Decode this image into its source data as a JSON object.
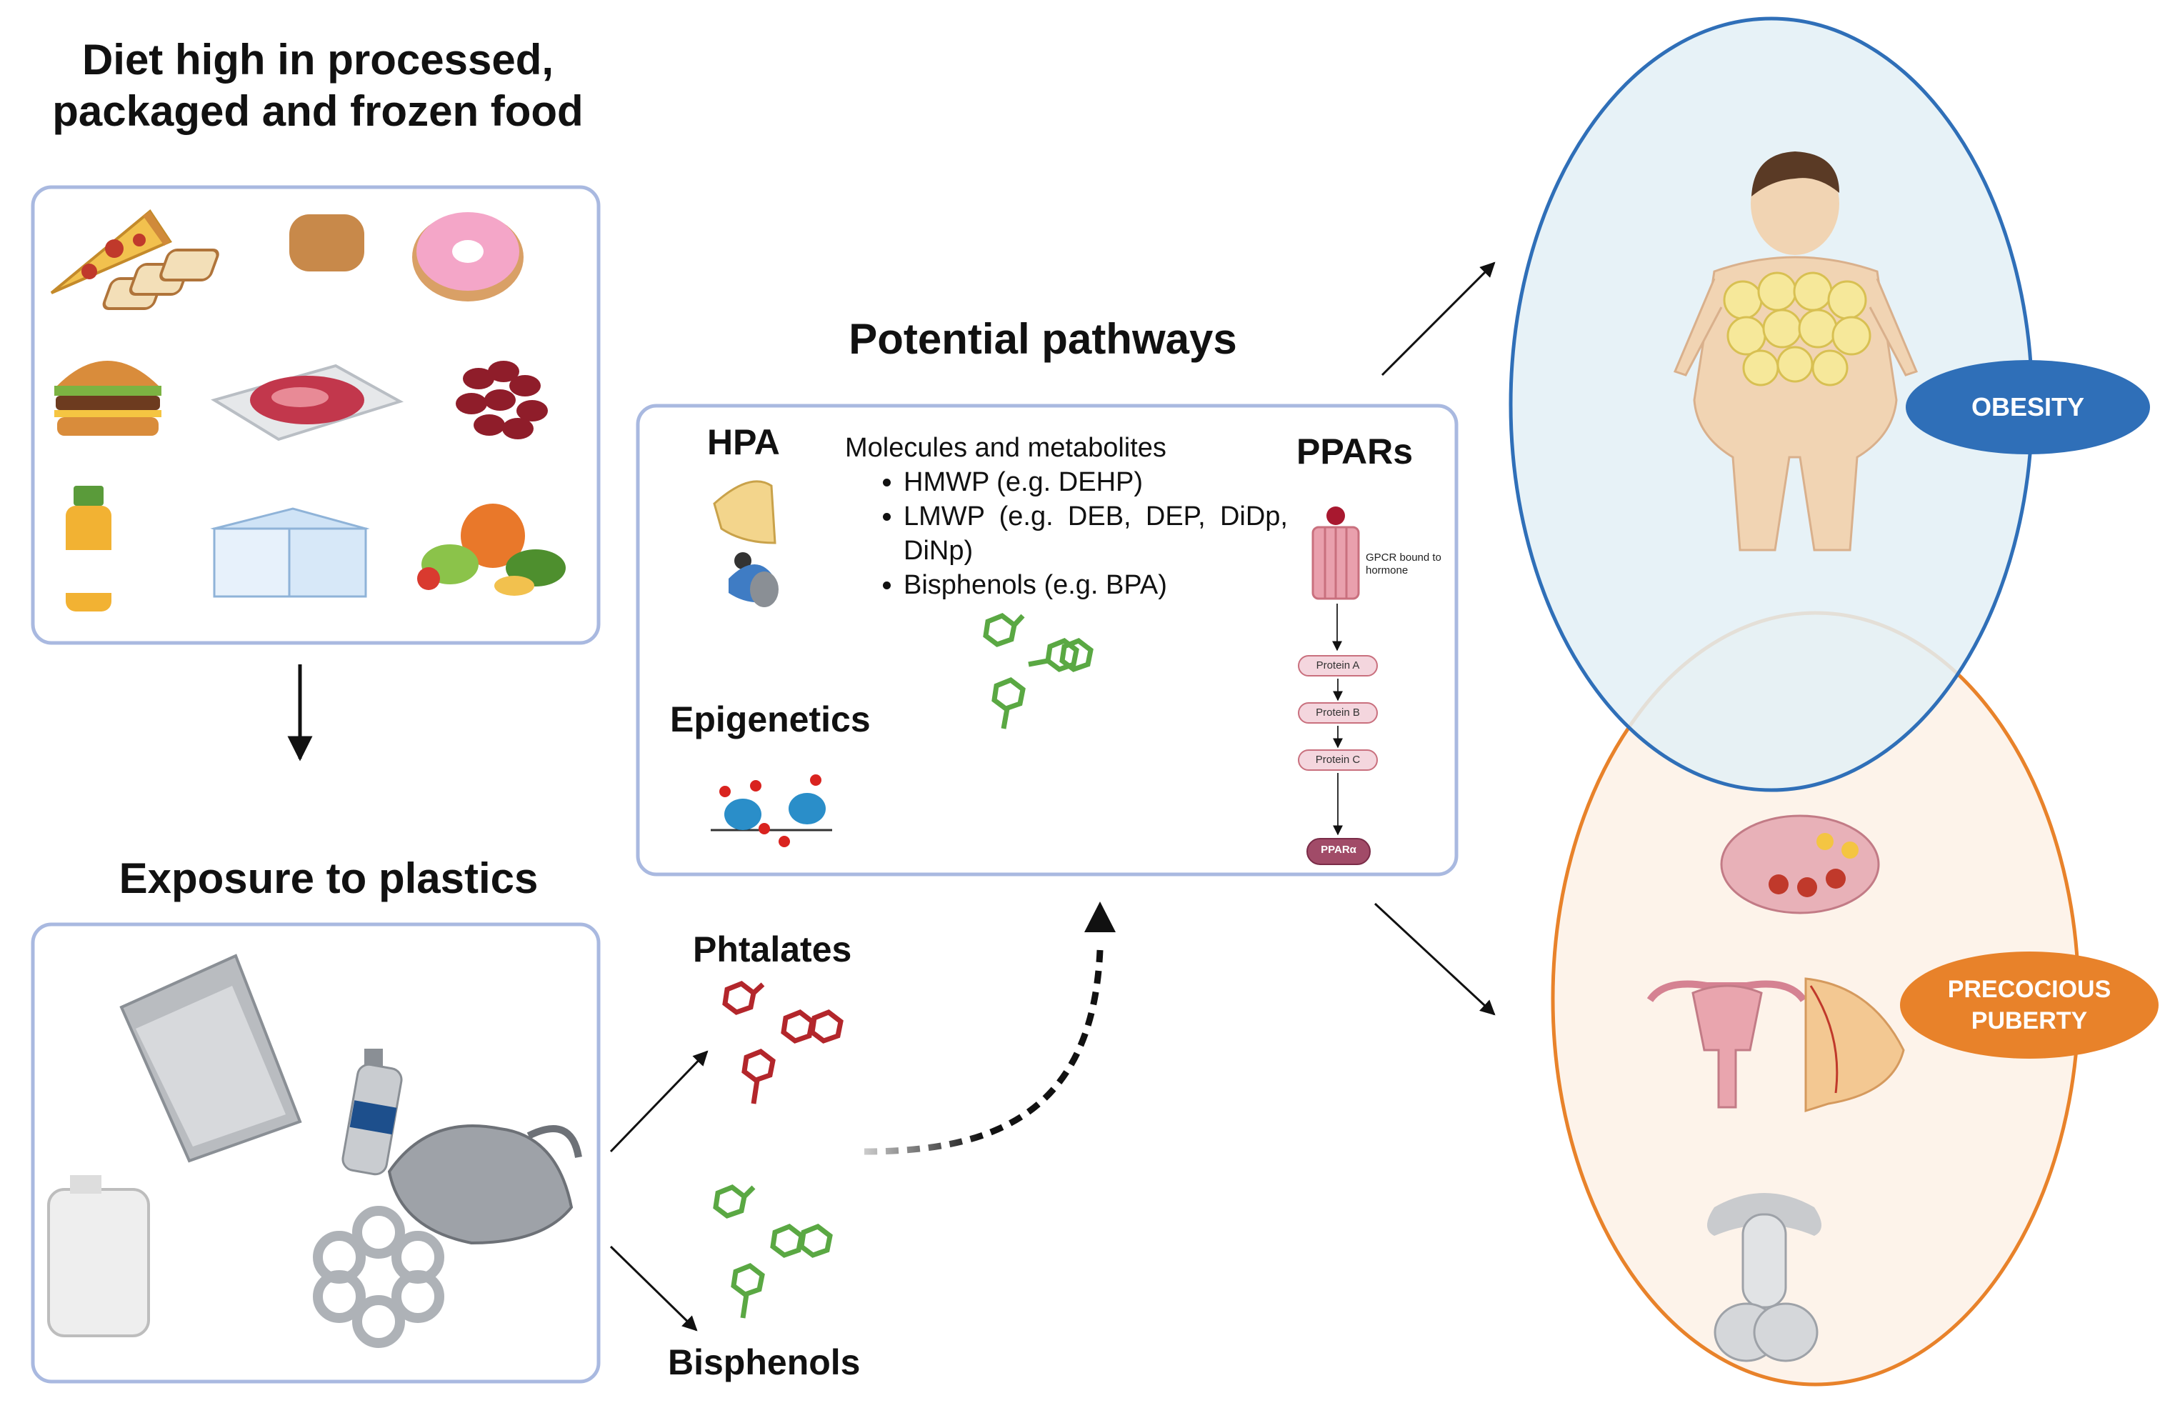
{
  "diet": {
    "title": "Diet high in processed, packaged and frozen food",
    "foods": [
      "pizza-icon",
      "bread-icon",
      "donut-icon",
      "burger-icon",
      "meat-tray-icon",
      "beans-icon",
      "juice-bottle-icon",
      "yogurt-cups-icon",
      "vegetables-icon"
    ]
  },
  "plastics": {
    "title": "Exposure to plastics",
    "items": [
      "plastic-bag-icon",
      "water-bottle-icon",
      "jug-icon",
      "six-pack-rings-icon",
      "carrier-bag-icon"
    ]
  },
  "pathways": {
    "title": "Potential pathways",
    "hpa": "HPA",
    "epigenetics": "Epigenetics",
    "ppars": "PPARs",
    "molecules_title": "Molecules and metabolites",
    "molecules": [
      "HMWP (e.g. DEHP)",
      "LMWP (e.g. DEB, DEP, DiDp, DiNp)",
      "Bisphenols (e.g. BPA)"
    ],
    "gpcr_label": "GPCR bound to hormone",
    "proteins": [
      "Protein A",
      "Protein B",
      "Protein C"
    ],
    "ppar_alpha": "PPARα"
  },
  "chemicals": {
    "phthalates": "Phtalates",
    "bisphenols": "Bisphenols"
  },
  "outcomes": {
    "obesity": "OBESITY",
    "precocious_puberty": "PRECOCIOUS PUBERTY"
  },
  "colors": {
    "box_border": "#a9b9e0",
    "obesity_blue": "#2f6fb8",
    "obesity_fill": "#e3f0f6",
    "puberty_orange": "#e8822a",
    "puberty_fill": "#fdf3ea",
    "phthalate_red": "#b3262b",
    "bisphenol_green": "#5aa843"
  }
}
